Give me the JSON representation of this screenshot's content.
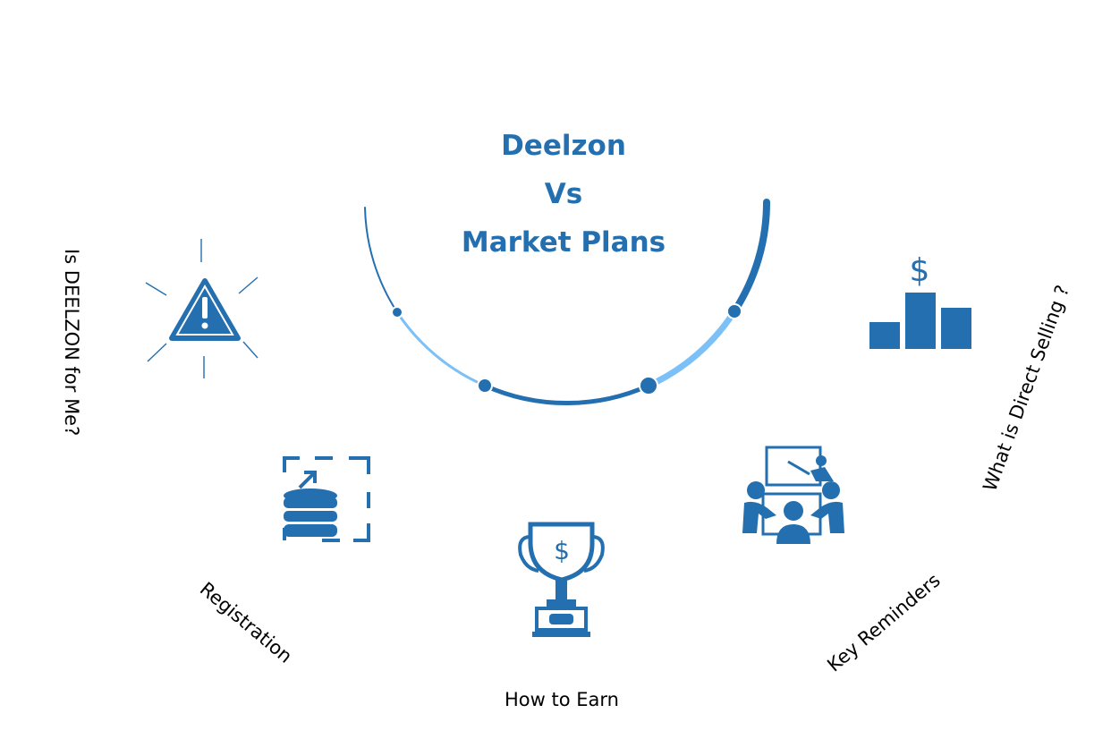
{
  "title": {
    "line1": "Deelzon",
    "line2": "Vs",
    "line3": "Market Plans"
  },
  "labels": {
    "is_for_me": "Is DEELZON for Me?",
    "registration": "Registration",
    "how_to_earn": "How to Earn",
    "key_reminders": "Key Reminders",
    "direct_selling": "What is Direct Selling ?"
  },
  "colors": {
    "primary": "#236fb0",
    "light": "#7cc0f8"
  }
}
